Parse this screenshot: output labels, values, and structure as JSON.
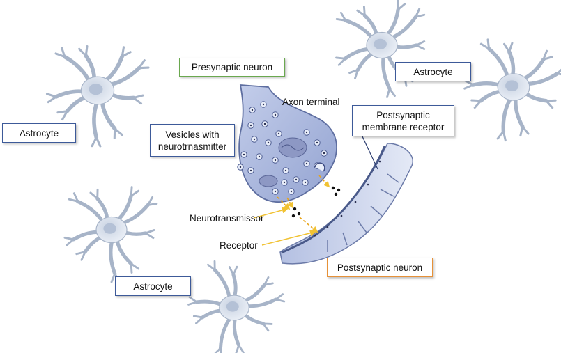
{
  "labels": {
    "presynaptic_neuron": "Presynaptic neuron",
    "axon_terminal": "Axon terminal",
    "vesicles_line1": "Vesicles with",
    "vesicles_line2": "neurotrnasmitter",
    "postsyn_receptor_line1": "Postsynaptic",
    "postsyn_receptor_line2": "membrane receptor",
    "neurotransmissor": "Neurotransmissor",
    "receptor": "Receptor",
    "postsynaptic_neuron": "Postsynaptic neuron",
    "astrocyte_left": "Astrocyte",
    "astrocyte_top_right": "Astrocyte",
    "astrocyte_bottom": "Astrocyte"
  },
  "colors": {
    "presynaptic_box": "#6aa84f",
    "blue_box": "#3d5a99",
    "postsynaptic_box": "#e69138",
    "leader_line": "#f1c232",
    "astrocyte_fill": "#dce4ef",
    "astrocyte_stroke": "#a7b4c8",
    "neuron_fill": "#aab8dc",
    "neuron_stroke": "#6b7aa8"
  }
}
